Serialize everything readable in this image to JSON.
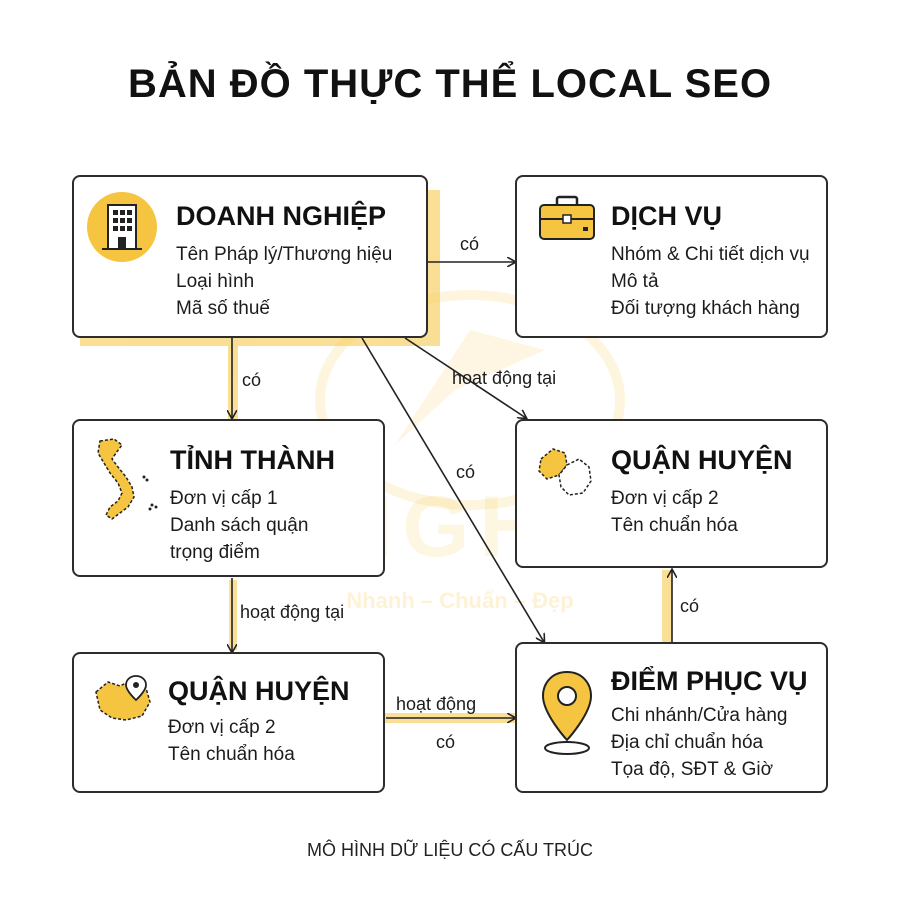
{
  "title": "BẢN ĐỒ THỰC THỂ LOCAL SEO",
  "footer": "MÔ HÌNH DỮ LIỆU CÓ CẤU TRÚC",
  "watermark": {
    "brand": "LIGHT",
    "tagline": "Nhanh – Chuẩn – Đẹp"
  },
  "colors": {
    "accent": "#F5C542",
    "border": "#2d2d2d",
    "text": "#1c1c1c"
  },
  "nodes": {
    "doanh_nghiep": {
      "title": "DOANH NGHIỆP",
      "icon": "building-icon",
      "lines": [
        "Tên Pháp lý/Thương hiệu",
        "Loại hình",
        "Mã số thuế"
      ]
    },
    "dich_vu": {
      "title": "DỊCH VỤ",
      "icon": "toolbox-icon",
      "lines": [
        "Nhóm & Chi tiết dịch vụ",
        "Mô tả",
        "Đối tượng khách hàng"
      ]
    },
    "tinh_thanh": {
      "title": "TỈNH THÀNH",
      "icon": "vietnam-map-icon",
      "lines": [
        "Đơn vị cấp 1",
        "Danh sách quận",
        "trọng điểm"
      ]
    },
    "quan_huyen_right": {
      "title": "QUẬN HUYỆN",
      "icon": "district-map-icon",
      "lines": [
        "Đơn vị cấp 2",
        "Tên chuẩn hóa"
      ]
    },
    "quan_huyen_left": {
      "title": "QUẬN HUYỆN",
      "icon": "area-map-pin-icon",
      "lines": [
        "Đơn vị cấp 2",
        "Tên chuẩn hóa"
      ]
    },
    "diem_phuc_vu": {
      "title": "ĐIỂM PHỤC VỤ",
      "icon": "location-pin-icon",
      "lines": [
        "Chi nhánh/Cửa hàng",
        "Địa chỉ chuẩn hóa",
        "Tọa độ, SĐT & Giờ"
      ]
    }
  },
  "edges": {
    "dn_to_dv": "có",
    "dn_to_tt": "có",
    "dn_to_qhr": "hoạt động tại",
    "dn_to_dpv": "có",
    "tt_to_qhl": "hoạt động tại",
    "qhl_to_dpv_top": "hoạt động",
    "qhl_to_dpv_bottom": "có",
    "dpv_to_qhr": "có"
  }
}
